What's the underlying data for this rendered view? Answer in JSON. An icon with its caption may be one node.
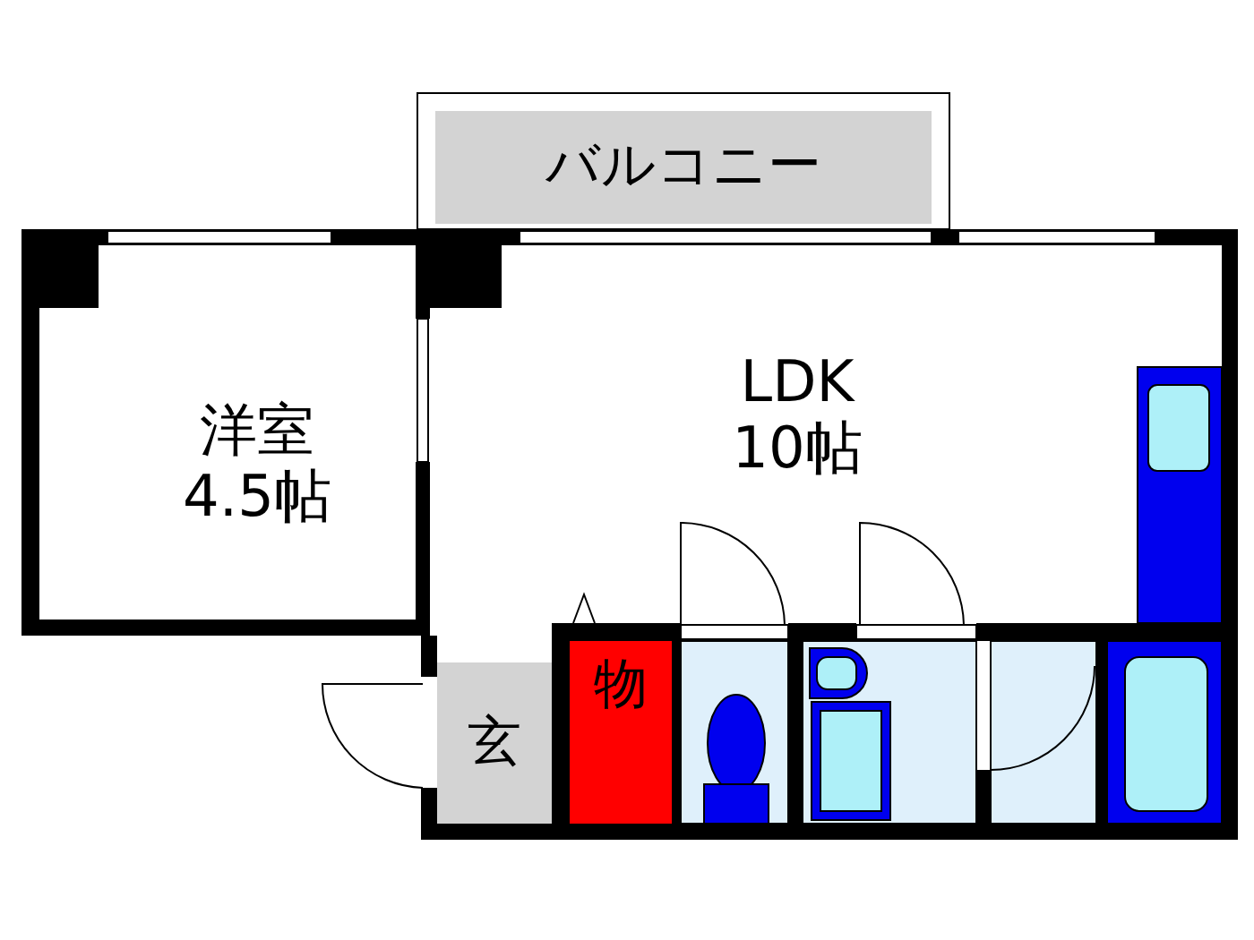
{
  "diagram": {
    "nodes": [
      {
        "text": [
          "バルコニー"
        ]
      },
      {
        "text": [
          "洋室",
          "4.5帖"
        ]
      },
      {
        "text": [
          "LDK",
          "10帖"
        ]
      },
      {
        "text": [
          "玄"
        ]
      },
      {
        "text": [
          "物"
        ]
      }
    ]
  }
}
